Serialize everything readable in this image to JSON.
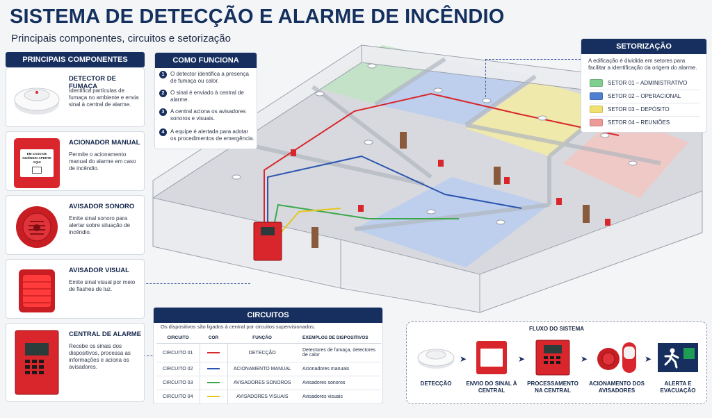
{
  "header": {
    "title": "SISTEMA DE DETECÇÃO E ALARME DE INCÊNDIO",
    "subtitle": "Principais componentes, circuitos e setorização"
  },
  "components": {
    "heading": "PRINCIPAIS COMPONENTES",
    "items": [
      {
        "name": "DETECTOR DE FUMAÇA",
        "desc": "Identifica partículas de fumaça no ambiente e envia sinal à central de alarme.",
        "icon": "smoke-detector-icon"
      },
      {
        "name": "ACIONADOR MANUAL",
        "desc": "Permite o acionamento manual do alarme em caso de incêndio.",
        "icon": "manual-call-point-icon",
        "device_text": "EM CASO DE INCÊNDIO APERTE AQUI"
      },
      {
        "name": "AVISADOR SONORO",
        "desc": "Emite sinal sonoro para alertar sobre situação de incêndio.",
        "icon": "siren-icon"
      },
      {
        "name": "AVISADOR VISUAL",
        "desc": "Emite sinal visual por meio de flashes de luz.",
        "icon": "strobe-icon"
      },
      {
        "name": "CENTRAL DE ALARME",
        "desc": "Recebe os sinais dos dispositivos, processa as informações e aciona os avisadores.",
        "icon": "alarm-panel-icon"
      }
    ]
  },
  "how_it_works": {
    "heading": "COMO FUNCIONA",
    "steps": [
      {
        "n": "1",
        "text": "O detector identifica a presença de fumaça ou calor."
      },
      {
        "n": "2",
        "text": "O sinal é enviado à central de alarme."
      },
      {
        "n": "3",
        "text": "A central aciona os avisadores sonoros e visuais."
      },
      {
        "n": "4",
        "text": "A equipe é alertada para adotar os procedimentos de emergência."
      }
    ]
  },
  "sectorization": {
    "heading": "SETORIZAÇÃO",
    "desc": "A edificação é dividida em setores para facilitar a identificação da origem do alarme.",
    "sectors": [
      {
        "label": "SETOR 01 – ADMINISTRATIVO",
        "color": "#7fcf8e"
      },
      {
        "label": "SETOR 02 – OPERACIONAL",
        "color": "#4f7fd0"
      },
      {
        "label": "SETOR 03 – DEPÓSITO",
        "color": "#efe070"
      },
      {
        "label": "SETOR 04 – REUNIÕES",
        "color": "#ee9a98"
      }
    ]
  },
  "circuits": {
    "heading": "CIRCUITOS",
    "note": "Os dispositivos são ligados à central por circuitos supervisionados.",
    "columns": [
      "CIRCUITO",
      "COR",
      "FUNÇÃO",
      "EXEMPLOS DE DISPOSITIVOS"
    ],
    "rows": [
      {
        "circuit": "CIRCUITO 01",
        "color": "#d9262c",
        "function": "DETECÇÃO",
        "examples": "Detectores de fumaça, detectores de calor"
      },
      {
        "circuit": "CIRCUITO 02",
        "color": "#2a54b0",
        "function": "ACIONAMENTO MANUAL",
        "examples": "Acionadores manuais"
      },
      {
        "circuit": "CIRCUITO 03",
        "color": "#3aa84a",
        "function": "AVISADORES SONOROS",
        "examples": "Avisadores sonoros"
      },
      {
        "circuit": "CIRCUITO 04",
        "color": "#e6c520",
        "function": "AVISADORES VISUAIS",
        "examples": "Avisadores visuais"
      }
    ]
  },
  "flow": {
    "heading": "FLUXO DO SISTEMA",
    "steps": [
      {
        "label": "DETECÇÃO",
        "icon": "smoke-detector-icon"
      },
      {
        "label": "ENVIO DO SINAL À CENTRAL",
        "icon": "manual-call-point-icon"
      },
      {
        "label": "PROCESSAMENTO NA CENTRAL",
        "icon": "alarm-panel-icon"
      },
      {
        "label": "ACIONAMENTO DOS AVISADORES",
        "icon": "siren-strobe-icon"
      },
      {
        "label": "ALERTA E EVACUAÇÃO",
        "icon": "exit-sign-icon"
      }
    ]
  },
  "colors": {
    "navy": "#162f5f",
    "alarm_red": "#d9262c",
    "exit_green": "#1f9d55"
  }
}
